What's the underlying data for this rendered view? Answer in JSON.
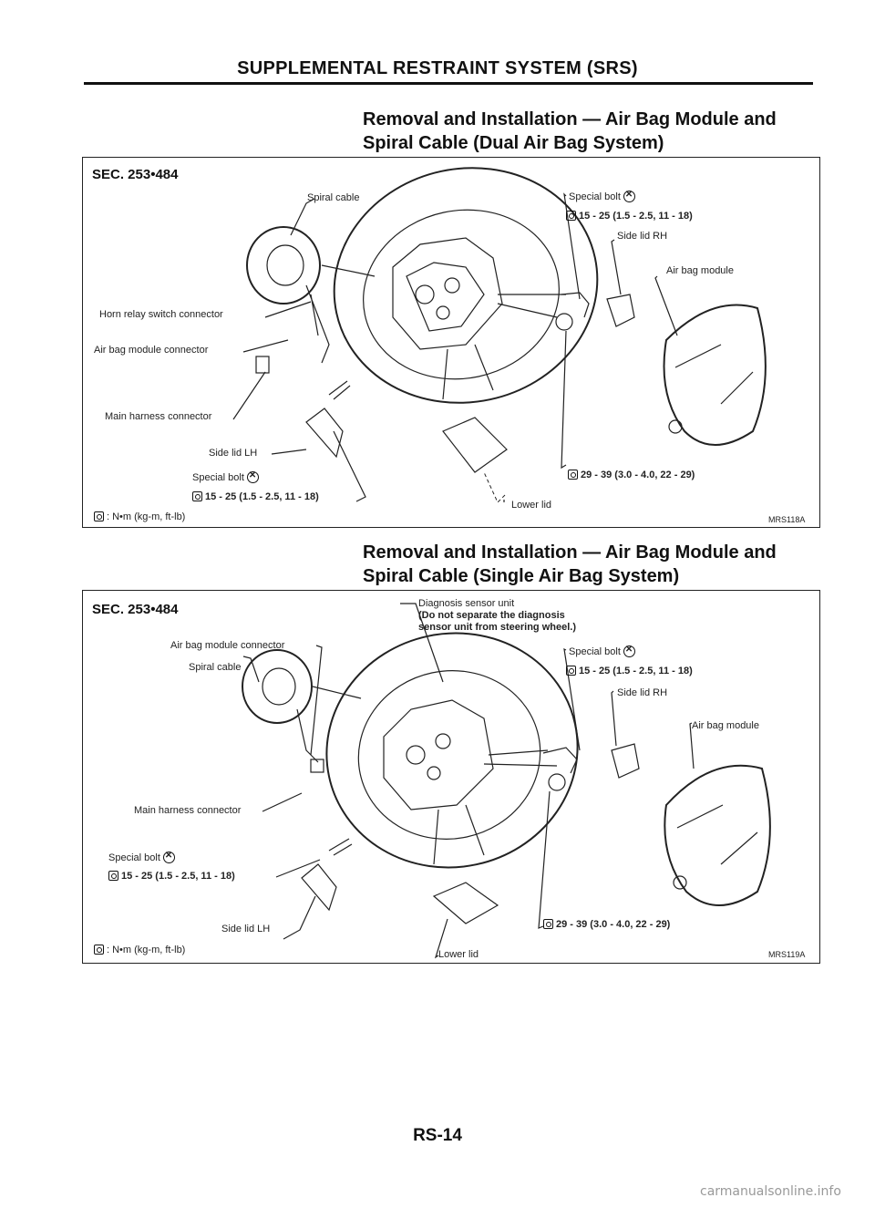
{
  "page_header": "SUPPLEMENTAL RESTRAINT SYSTEM (SRS)",
  "section1": {
    "title_line1": "Removal and Installation — Air Bag Module and",
    "title_line2": "Spiral Cable (Dual Air Bag System)",
    "sec_code": "SEC. 253•484",
    "labels": {
      "spiral_cable": "Spiral cable",
      "horn_relay": "Horn relay switch connector",
      "airbag_module_connector": "Air bag module connector",
      "main_harness": "Main harness connector",
      "side_lid_lh": "Side lid LH",
      "special_bolt_left": "Special bolt",
      "torque_left": "15 - 25 (1.5 - 2.5, 11 - 18)",
      "special_bolt_right": "Special bolt",
      "torque_right": "15 - 25 (1.5 - 2.5, 11 - 18)",
      "side_lid_rh": "Side lid RH",
      "air_bag_module": "Air bag module",
      "torque_bottom": "29 - 39 (3.0 - 4.0, 22 - 29)",
      "lower_lid": "Lower lid",
      "units": ": N•m (kg-m, ft-lb)",
      "fig_code": "MRS118A"
    }
  },
  "section2": {
    "title_line1": "Removal and Installation — Air Bag Module and",
    "title_line2": "Spiral Cable (Single Air Bag System)",
    "sec_code": "SEC. 253•484",
    "labels": {
      "diag_unit": "Diagnosis sensor unit",
      "diag_note1": "(Do not separate the diagnosis",
      "diag_note2": "sensor unit from steering wheel.)",
      "airbag_module_connector": "Air bag module connector",
      "spiral_cable": "Spiral cable",
      "main_harness": "Main harness connector",
      "special_bolt_left": "Special bolt",
      "torque_left": "15 - 25 (1.5 - 2.5, 11 - 18)",
      "side_lid_lh": "Side lid LH",
      "special_bolt_right": "Special bolt",
      "torque_right": "15 - 25 (1.5 - 2.5, 11 - 18)",
      "side_lid_rh": "Side lid RH",
      "air_bag_module": "Air bag module",
      "torque_bottom": "29 - 39 (3.0 - 4.0, 22 - 29)",
      "lower_lid": "Lower lid",
      "units": ": N•m (kg-m, ft-lb)",
      "fig_code": "MRS119A"
    }
  },
  "page_number": "RS-14",
  "watermark": "carmanualsonline.info"
}
